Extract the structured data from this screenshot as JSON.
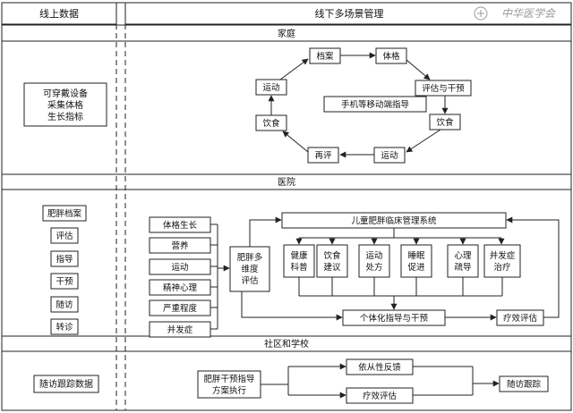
{
  "headers": {
    "left": "线上数据",
    "right": "线下多场景管理"
  },
  "watermark": "中华医学会",
  "sections": {
    "home": "家庭",
    "hospital": "医院",
    "community": "社区和学校"
  },
  "left": {
    "wearable": [
      "可穿戴设备",
      "采集体格",
      "生长指标"
    ],
    "hospital_items": [
      "肥胖档案",
      "评估",
      "指导",
      "干预",
      "随访",
      "转诊"
    ],
    "community_data": "随访跟踪数据"
  },
  "home_cycle": {
    "center": "手机等移动端指导",
    "nodes": {
      "archive": "档案",
      "physique": "体格",
      "eval_intervene": "评估与干预",
      "diet_right": "饮食",
      "exercise_bottom": "运动",
      "reeval": "再评",
      "diet_left": "饮食",
      "exercise_left": "运动"
    }
  },
  "hospital": {
    "factors": [
      "体格生长",
      "营养",
      "运动",
      "精神心理",
      "严重程度",
      "并发症"
    ],
    "assessment": [
      "肥胖多",
      "维度",
      "评估"
    ],
    "system": "儿童肥胖临床管理系统",
    "modules": [
      [
        "健康",
        "科普"
      ],
      [
        "饮食",
        "建议"
      ],
      [
        "运动",
        "处方"
      ],
      [
        "睡眠",
        "促进"
      ],
      [
        "心理",
        "疏导"
      ],
      [
        "并发症",
        "治疗"
      ]
    ],
    "personalized": "个体化指导与干预",
    "efficacy": "疗效评估"
  },
  "community": {
    "plan": [
      "肥胖干预指导",
      "方案执行"
    ],
    "compliance": "依从性反馈",
    "efficacy": "疗效评估",
    "followup": "随访跟踪"
  }
}
